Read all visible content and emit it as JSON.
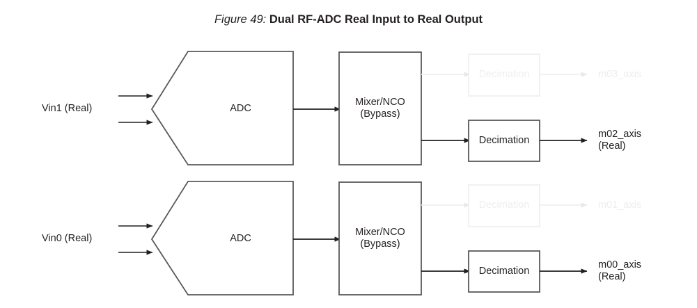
{
  "figure": {
    "label": "Figure 49:",
    "title": "Dual RF-ADC Real Input to Real Output"
  },
  "colors": {
    "stroke_active": "#58595b",
    "stroke_dark": "#231f20",
    "stroke_faded": "#f1efef",
    "text_active": "#231f20",
    "text_faded": "#f0eeee",
    "background": "#ffffff"
  },
  "diagram": {
    "type": "block-diagram",
    "channels": [
      {
        "id": "channel-1",
        "input_label": "Vin1 (Real)",
        "input_arrows": 2,
        "blocks": [
          {
            "id": "adc-1",
            "label": "ADC",
            "shape": "pentagon-notched",
            "state": "active"
          },
          {
            "id": "mixer-1",
            "label_line1": "Mixer/NCO",
            "label_line2": "(Bypass)",
            "shape": "rect",
            "state": "active"
          },
          {
            "id": "decimation-1-top",
            "label": "Decimation",
            "shape": "rect",
            "state": "faded"
          },
          {
            "id": "decimation-1-bottom",
            "label": "Decimation",
            "shape": "rect",
            "state": "active"
          }
        ],
        "outputs": [
          {
            "id": "m03",
            "label_line1": "m03_axis",
            "label_line2": "",
            "state": "faded"
          },
          {
            "id": "m02",
            "label_line1": "m02_axis",
            "label_line2": "(Real)",
            "state": "active"
          }
        ]
      },
      {
        "id": "channel-0",
        "input_label": "Vin0 (Real)",
        "input_arrows": 2,
        "blocks": [
          {
            "id": "adc-0",
            "label": "ADC",
            "shape": "pentagon-notched",
            "state": "active"
          },
          {
            "id": "mixer-0",
            "label_line1": "Mixer/NCO",
            "label_line2": "(Bypass)",
            "shape": "rect",
            "state": "active"
          },
          {
            "id": "decimation-0-top",
            "label": "Decimation",
            "shape": "rect",
            "state": "faded"
          },
          {
            "id": "decimation-0-bottom",
            "label": "Decimation",
            "shape": "rect",
            "state": "active"
          }
        ],
        "outputs": [
          {
            "id": "m01",
            "label_line1": "m01_axis",
            "label_line2": "",
            "state": "faded"
          },
          {
            "id": "m00",
            "label_line1": "m00_axis",
            "label_line2": "(Real)",
            "state": "active"
          }
        ]
      }
    ]
  }
}
